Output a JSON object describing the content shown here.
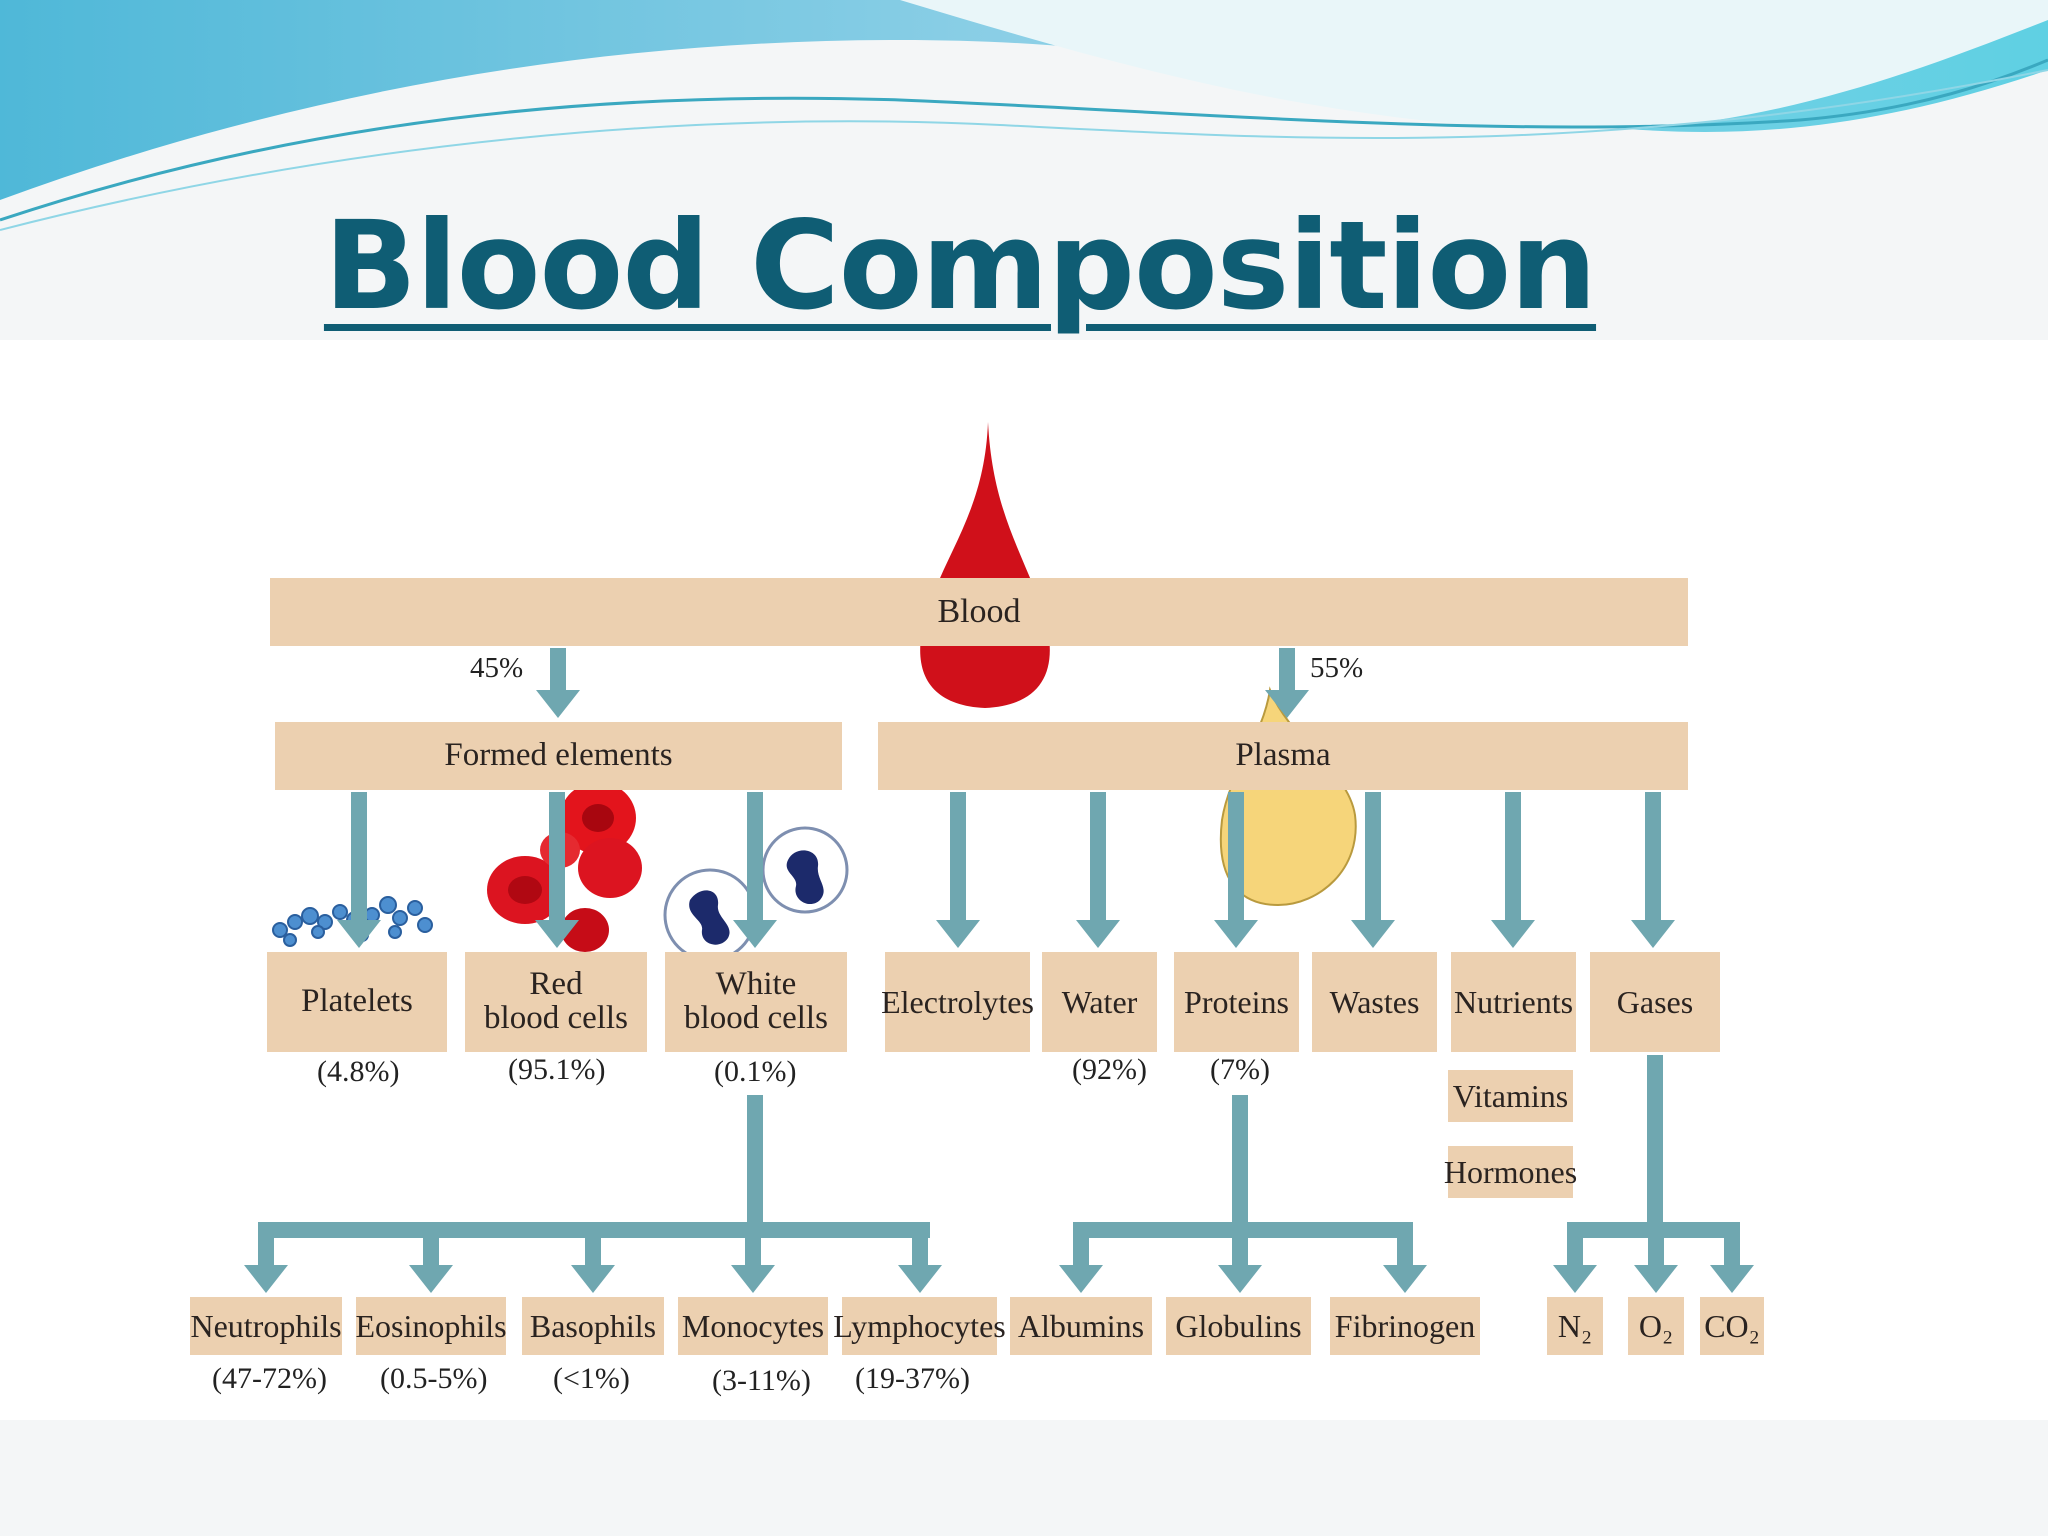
{
  "title": "Blood Composition",
  "colors": {
    "title": "#0f5d74",
    "box": "#ecd0b0",
    "arrow": "#6fa7b0",
    "blood": "#d0101a",
    "plasma": "#f6d57a"
  },
  "root": {
    "label": "Blood"
  },
  "split": {
    "formed_pct": "45%",
    "plasma_pct": "55%"
  },
  "formed": {
    "label": "Formed elements",
    "items": [
      {
        "label": "Platelets",
        "pct": "(4.8%)"
      },
      {
        "label": "Red\nblood cells",
        "pct": "(95.1%)"
      },
      {
        "label": "White\nblood cells",
        "pct": "(0.1%)"
      }
    ]
  },
  "plasma": {
    "label": "Plasma",
    "items": [
      {
        "label": "Electrolytes",
        "pct": ""
      },
      {
        "label": "Water",
        "pct": "(92%)"
      },
      {
        "label": "Proteins",
        "pct": "(7%)"
      },
      {
        "label": "Wastes",
        "pct": ""
      },
      {
        "label": "Nutrients",
        "pct": ""
      },
      {
        "label": "Gases",
        "pct": ""
      }
    ],
    "nutrients_extra": [
      "Vitamins",
      "Hormones"
    ]
  },
  "wbc_types": [
    {
      "label": "Neutrophils",
      "pct": "(47-72%)"
    },
    {
      "label": "Eosinophils",
      "pct": "(0.5-5%)"
    },
    {
      "label": "Basophils",
      "pct": "(<1%)"
    },
    {
      "label": "Monocytes",
      "pct": "(3-11%)"
    },
    {
      "label": "Lymphocytes",
      "pct": "(19-37%)"
    }
  ],
  "protein_types": [
    "Albumins",
    "Globulins",
    "Fibrinogen"
  ],
  "gas_types": [
    "N₂",
    "O₂",
    "CO₂"
  ]
}
